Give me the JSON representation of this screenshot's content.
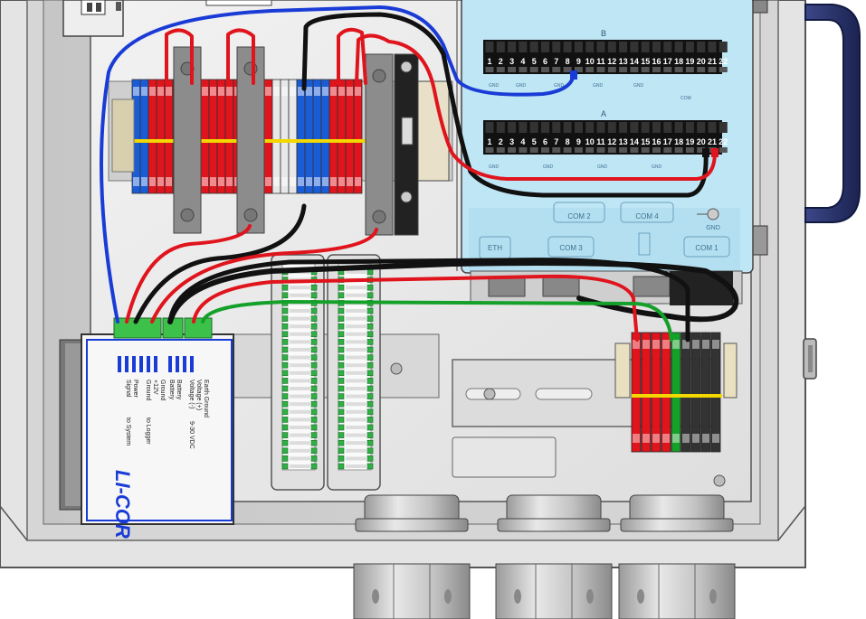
{
  "controller": {
    "bus_b": {
      "label": "B",
      "terminals": [
        "1",
        "2",
        "3",
        "4",
        "5",
        "6",
        "7",
        "8",
        "9",
        "10",
        "11",
        "12",
        "13",
        "14",
        "15",
        "16",
        "17",
        "18",
        "19",
        "20",
        "21",
        "22"
      ]
    },
    "bus_a": {
      "label": "A",
      "terminals": [
        "1",
        "2",
        "3",
        "4",
        "5",
        "6",
        "7",
        "8",
        "9",
        "10",
        "11",
        "12",
        "13",
        "14",
        "15",
        "16",
        "17",
        "18",
        "19",
        "20",
        "21",
        "22"
      ]
    },
    "ports": [
      "COM 2",
      "COM 4",
      "COM 3",
      "COM 1",
      "ETH",
      "GND"
    ]
  },
  "licor": {
    "logo": "LI-COR",
    "lines": [
      "Earth Ground",
      "Voltage (+)",
      "Voltage (-)",
      "9-30 VDC",
      "Battery",
      "Battery",
      "Ground",
      "+12V",
      "Ground",
      "to Logger",
      "Power",
      "Signal",
      "to System"
    ]
  },
  "colors": {
    "red": "#e0141c",
    "blue": "#1a3cd6",
    "green": "#15a02a",
    "black": "#111111",
    "controller": "#bfe6f5",
    "handle": "#2a3570"
  }
}
